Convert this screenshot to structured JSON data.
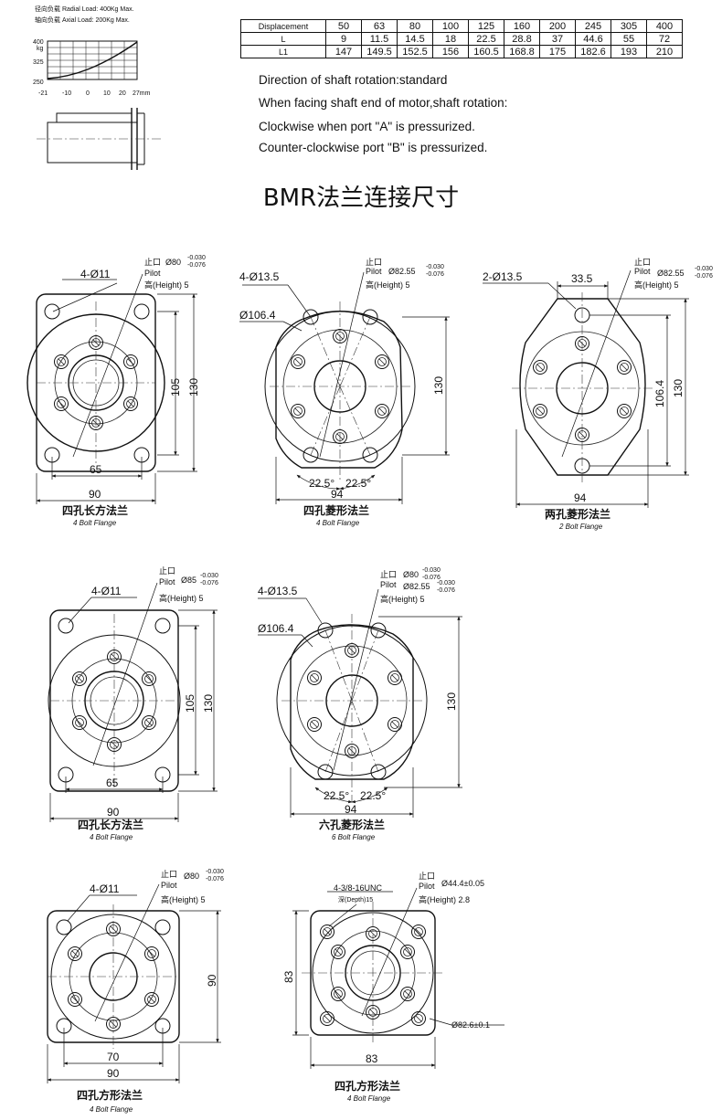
{
  "load_chart": {
    "radial_label": "径向负载 Radial Load:  400Kg Max.",
    "axial_label": "轴向负载 Axial Load:  200Kg Max.",
    "y_ticks": [
      "400",
      "325",
      "250"
    ],
    "y_unit": "kg",
    "x_ticks": [
      "-21",
      "-10",
      "0",
      "10",
      "20",
      "27mm"
    ]
  },
  "spec_table": {
    "headers": [
      "Displacement",
      "L",
      "L1"
    ],
    "rows": [
      [
        "50",
        "63",
        "80",
        "100",
        "125",
        "160",
        "200",
        "245",
        "305",
        "400"
      ],
      [
        "9",
        "11.5",
        "14.5",
        "18",
        "22.5",
        "28.8",
        "37",
        "44.6",
        "55",
        "72"
      ],
      [
        "147",
        "149.5",
        "152.5",
        "156",
        "160.5",
        "168.8",
        "175",
        "182.6",
        "193",
        "210"
      ]
    ]
  },
  "notes": {
    "line1": "Direction of shaft rotation:standard",
    "line2": "When facing shaft end of motor,shaft rotation:",
    "line3": "Clockwise when port \"A\" is pressurized.",
    "line4": "Counter-clockwise port \"B\" is pressurized."
  },
  "title": "BMR法兰连接尺寸",
  "common": {
    "pilot_cn": "止口",
    "pilot_en": "Pilot",
    "height5": "高(Height) 5",
    "tol_upper": "-0.030",
    "tol_lower": "-0.076"
  },
  "flanges": [
    {
      "hole": "4-Ø11",
      "pilot_dia": "Ø80",
      "w_outer": "90",
      "w_inner": "65",
      "h_outer": "130",
      "h_inner": "105",
      "cn": "四孔长方法兰",
      "en": "4 Bolt Flange"
    },
    {
      "hole": "4-Ø13.5",
      "pilot_dia": "Ø82.55",
      "pcd": "Ø106.4",
      "width": "94",
      "height": "130",
      "angle1": "22.5°",
      "angle2": "22.5°",
      "cn": "四孔菱形法兰",
      "en": "4 Bolt Flange"
    },
    {
      "hole": "2-Ø13.5",
      "pilot_dia": "Ø82.55",
      "spacing": "33.5",
      "width": "94",
      "h_outer": "130",
      "h_inner": "106.4",
      "cn": "两孔菱形法兰",
      "en": "2 Bolt Flange"
    },
    {
      "hole": "4-Ø11",
      "pilot_dia": "Ø85",
      "w_outer": "90",
      "w_inner": "65",
      "h_outer": "130",
      "h_inner": "105",
      "cn": "四孔长方法兰",
      "en": "4 Bolt Flange"
    },
    {
      "hole": "4-Ø13.5",
      "pilot_dia1": "Ø80",
      "pilot_dia2": "Ø82.55",
      "pcd": "Ø106.4",
      "width": "94",
      "height": "130",
      "angle1": "22.5°",
      "angle2": "22.5°",
      "cn": "六孔菱形法兰",
      "en": "6 Bolt Flange"
    },
    {
      "hole": "4-Ø11",
      "pilot_dia": "Ø80",
      "w_outer": "90",
      "w_inner": "70",
      "height": "90",
      "cn": "四孔方形法兰",
      "en": "4 Bolt Flange"
    },
    {
      "hole": "4-3/8-16UNC",
      "depth": "深(Depth)15",
      "pilot_dia": "Ø44.4±0.05",
      "height": "高(Height) 2.8",
      "pcd": "Ø82.6±0.1",
      "width": "83",
      "side": "83",
      "cn": "四孔方形法兰",
      "en": "4 Bolt Flange"
    }
  ]
}
